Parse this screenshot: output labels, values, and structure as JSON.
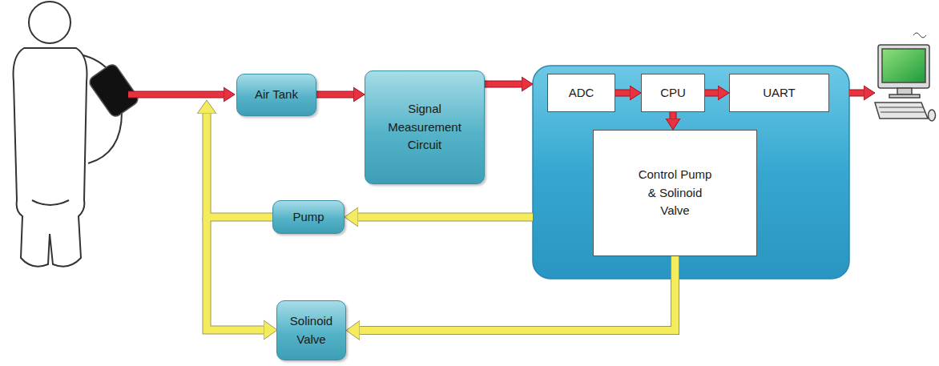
{
  "diagram": {
    "nodes": [
      {
        "text": [
          "Air Tank"
        ]
      },
      {
        "text": [
          "Signal Measurement Circuit"
        ]
      },
      {},
      {
        "text": [
          "ADC"
        ],
        "in": 2
      },
      {
        "text": [
          "CPU"
        ],
        "in": 2
      },
      {
        "text": [
          "UART"
        ],
        "in": 2
      },
      {
        "text": [
          "Control Pump & Solinoid Valve"
        ],
        "in": 2
      },
      {
        "text": [
          "Pump"
        ]
      },
      {
        "text": [
          "Solinoid Valve"
        ]
      }
    ],
    "edges": [
      {
        "from": 0,
        "to": 1,
        "arrow": "to"
      },
      {
        "from": 1,
        "to": 2,
        "arrow": "to"
      },
      {
        "from": 3,
        "to": 4,
        "arrow": "to"
      },
      {
        "from": 4,
        "to": 5,
        "arrow": "to"
      },
      {
        "from": 4,
        "to": 6,
        "arrow": "to"
      },
      {
        "from": 2,
        "to": 7,
        "arrow": "to"
      },
      {
        "from": 6,
        "to": 8,
        "arrow": "to"
      }
    ]
  }
}
